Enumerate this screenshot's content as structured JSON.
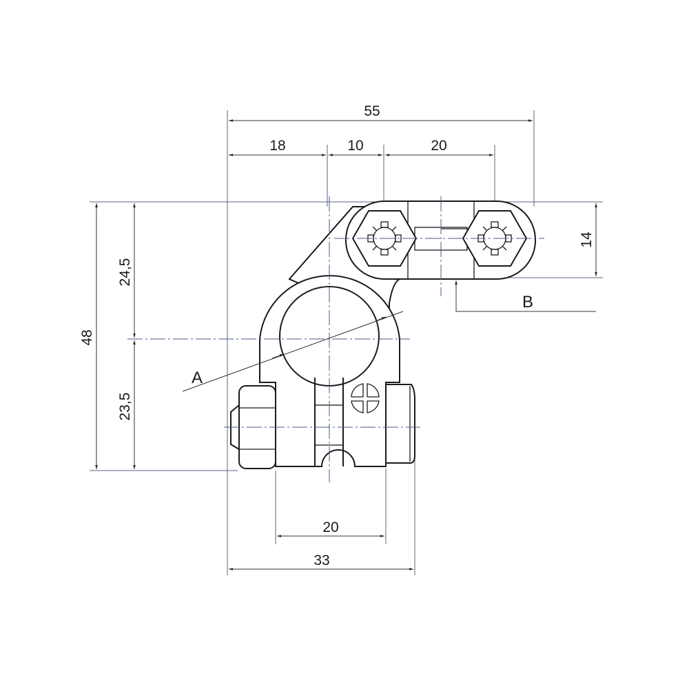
{
  "drawing": {
    "dimensions": {
      "overall_width": "55",
      "segment_1": "18",
      "segment_2": "10",
      "segment_3": "20",
      "overall_height": "48",
      "upper_height": "24,5",
      "lower_height": "23,5",
      "link_height": "14",
      "inner_width": "20",
      "base_width": "33"
    },
    "labels": {
      "section_a": "A",
      "section_b": "B"
    },
    "colors": {
      "line": "#1a1a1a",
      "extension": "#5a6480"
    }
  }
}
